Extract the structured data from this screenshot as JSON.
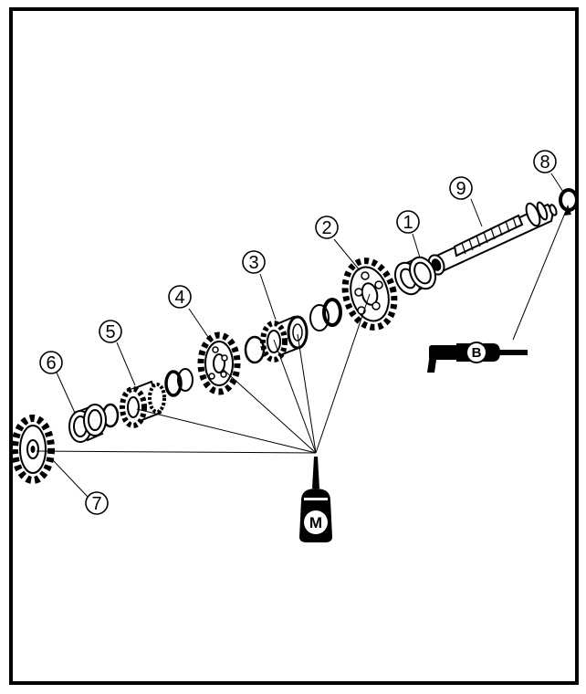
{
  "colors": {
    "ink": "#000000",
    "paper": "#ffffff"
  },
  "callouts": [
    {
      "id": "1",
      "label": "1"
    },
    {
      "id": "2",
      "label": "2"
    },
    {
      "id": "3",
      "label": "3"
    },
    {
      "id": "4",
      "label": "4"
    },
    {
      "id": "5",
      "label": "5"
    },
    {
      "id": "6",
      "label": "6"
    },
    {
      "id": "7",
      "label": "7"
    },
    {
      "id": "8",
      "label": "8"
    },
    {
      "id": "9",
      "label": "9"
    }
  ],
  "lubricants": {
    "molybdenum_oil": {
      "icon": "oil-can-icon",
      "letter": "M"
    },
    "grease": {
      "icon": "grease-gun-icon",
      "letter": "B"
    }
  }
}
